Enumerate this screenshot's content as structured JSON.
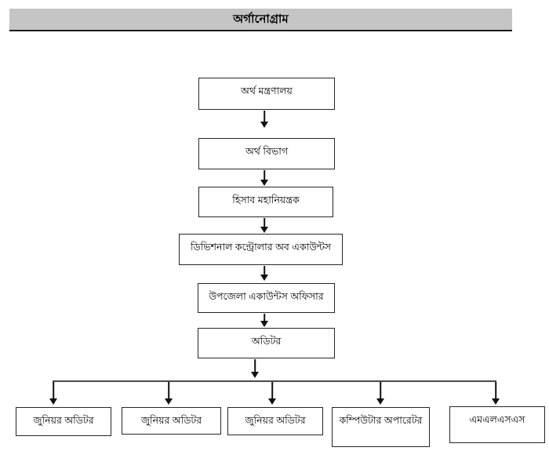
{
  "header": {
    "title": "অর্গানোগ্রাম"
  },
  "organogram": {
    "chain": [
      {
        "label": "অর্থ মন্ত্রণালয়"
      },
      {
        "label": "অর্থ বিভাগ"
      },
      {
        "label": "হিসাব মহানিয়ন্ত্রক"
      },
      {
        "label": "ডিভিশনাল কন্ট্রোলার অব একাউন্টস"
      },
      {
        "label": "উপজেলা একাউন্টস অফিসার"
      },
      {
        "label": "অডিটর"
      }
    ],
    "subordinates": [
      {
        "label": "জুনিয়র অডিটর"
      },
      {
        "label": "জুনিয়র অডিটর"
      },
      {
        "label": "জুনিয়র অডিটর"
      },
      {
        "label": "কম্পিউটার অপারেটর"
      },
      {
        "label": "এমএলএসএস"
      }
    ]
  },
  "colors": {
    "header_background": "#c5c5c5",
    "box_border": "#262626",
    "arrow": "#111111",
    "connector_line": "#4a4a4a",
    "page_background": "#ffffff",
    "text": "#000000"
  }
}
